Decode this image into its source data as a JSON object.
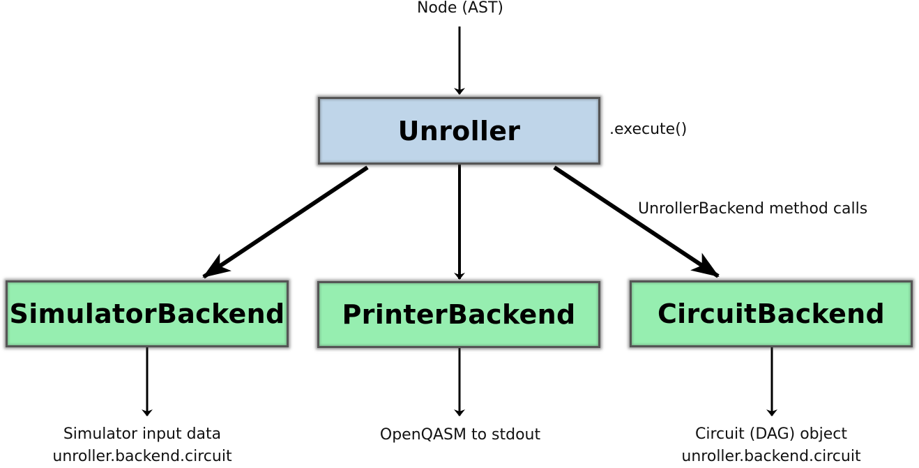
{
  "diagram": {
    "input_label": "Node (AST)",
    "unroller": {
      "label": "Unroller",
      "method_label": ".execute()"
    },
    "calls_label": "UnrollerBackend method calls",
    "backends": [
      {
        "label": "SimulatorBackend",
        "output_line1": "Simulator input data",
        "output_line2": "unroller.backend.circuit"
      },
      {
        "label": "PrinterBackend",
        "output_line1": "OpenQASM to stdout"
      },
      {
        "label": "CircuitBackend",
        "output_line1": "Circuit (DAG) object",
        "output_line2": "unroller.backend.circuit"
      }
    ],
    "colors": {
      "unroller_fill": "#bfd5e9",
      "backend_fill": "#96eeb0",
      "border": "#555555",
      "arrow": "#000000"
    }
  }
}
